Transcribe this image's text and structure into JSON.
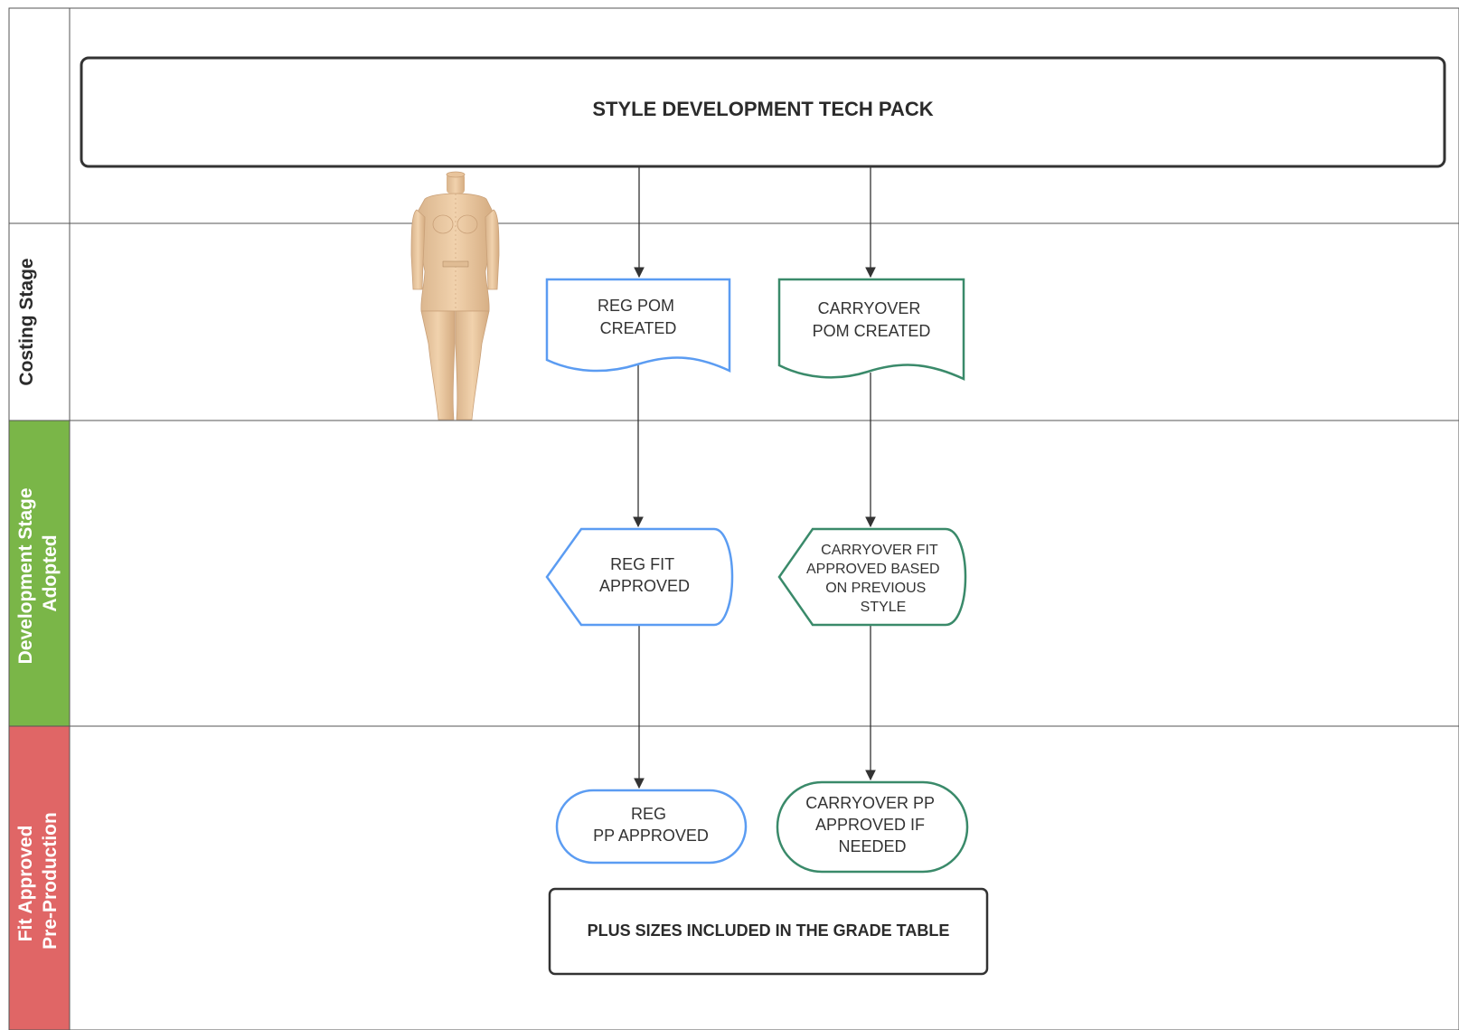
{
  "lanes": [
    {
      "label_lines": [
        "Costing Stage"
      ],
      "color": "#ffffff",
      "text_color": "#2b2b2b"
    },
    {
      "label_lines": [
        "Development Stage",
        "Adopted"
      ],
      "color": "#7ab648",
      "text_color": "#ffffff"
    },
    {
      "label_lines": [
        "Fit Approved",
        "Pre-Production"
      ],
      "color": "#e06666",
      "text_color": "#ffffff"
    }
  ],
  "header_box": {
    "label": "STYLE DEVELOPMENT TECH PACK"
  },
  "nodes": {
    "reg_pom": {
      "lines": [
        "REG POM",
        "CREATED"
      ],
      "shape": "document",
      "color": "#5b9cf2"
    },
    "carryover_pom": {
      "lines": [
        "CARRYOVER",
        "POM CREATED"
      ],
      "shape": "document",
      "color": "#3a8a6a"
    },
    "reg_fit": {
      "lines": [
        "REG FIT",
        "APPROVED"
      ],
      "shape": "display",
      "color": "#5b9cf2"
    },
    "carryover_fit": {
      "lines": [
        "CARRYOVER FIT",
        "APPROVED BASED",
        "ON PREVIOUS",
        "STYLE"
      ],
      "shape": "display",
      "color": "#3a8a6a"
    },
    "reg_pp": {
      "lines": [
        "REG",
        "PP APPROVED"
      ],
      "shape": "terminator",
      "color": "#5b9cf2"
    },
    "carryover_pp": {
      "lines": [
        "CARRYOVER PP",
        "APPROVED IF",
        "NEEDED"
      ],
      "shape": "terminator",
      "color": "#3a8a6a"
    }
  },
  "note_box": {
    "label": "PLUS SIZES INCLUDED IN THE GRADE TABLE"
  },
  "mannequin": {
    "icon": "dress-form-icon"
  },
  "connector_color": "#333333"
}
